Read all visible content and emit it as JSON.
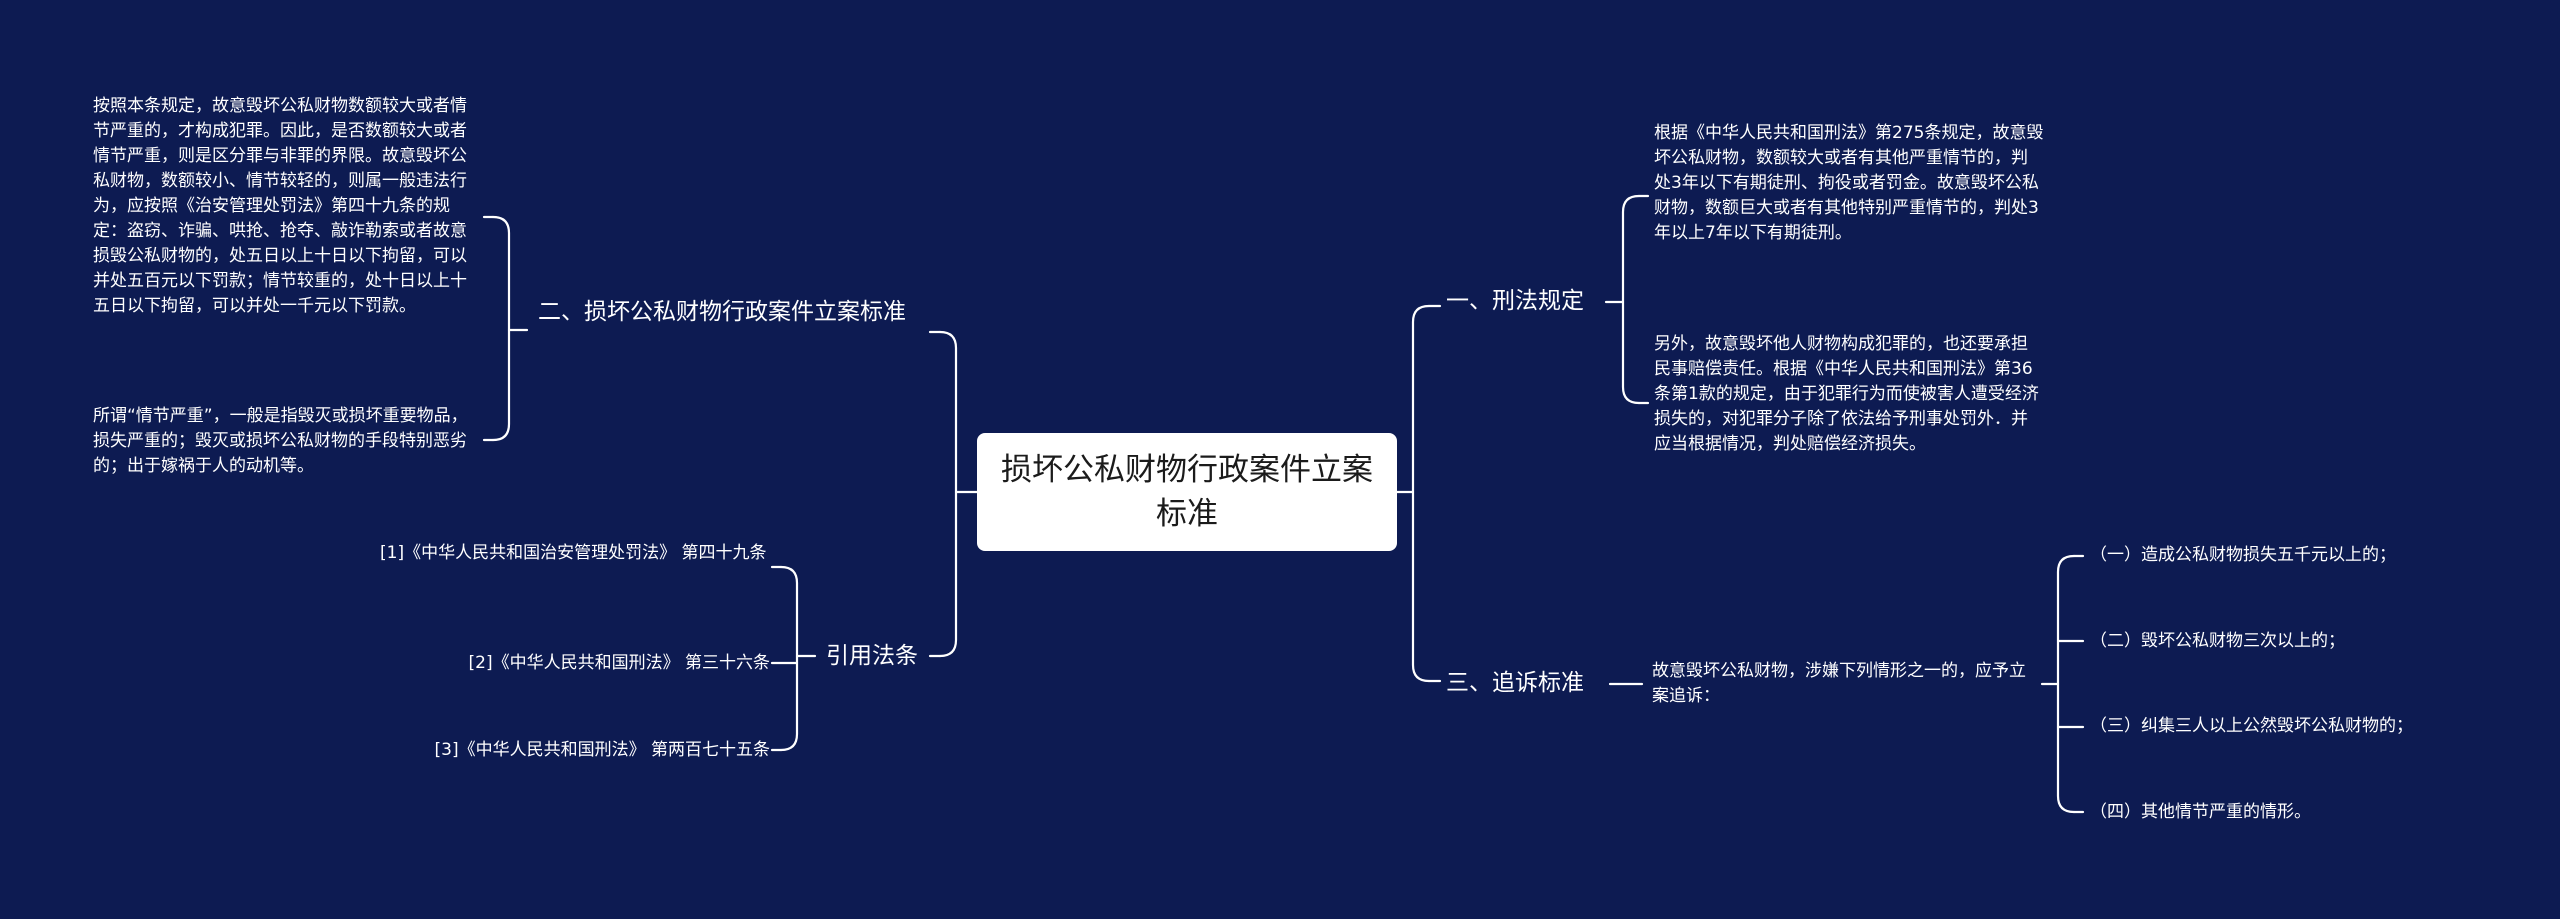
{
  "root": {
    "title": "损坏公私财物行政案件立案标准"
  },
  "right_branches": [
    {
      "label": "一、刑法规定",
      "children": [
        "根据《中华人民共和国刑法》第275条规定，故意毁坏公私财物，数额较大或者有其他严重情节的，判处3年以下有期徒刑、拘役或者罚金。故意毁坏公私财物，数额巨大或者有其他特别严重情节的，判处3年以上7年以下有期徒刑。",
        "另外，故意毁坏他人财物构成犯罪的，也还要承担民事赔偿责任。根据《中华人民共和国刑法》第36条第1款的规定，由于犯罪行为而使被害人遭受经济损失的，对犯罪分子除了依法给予刑事处罚外．并应当根据情况，判处赔偿经济损失。"
      ]
    },
    {
      "label": "三、追诉标准",
      "intro": "故意毁坏公私财物，涉嫌下列情形之一的，应予立案追诉：",
      "children": [
        "（一）造成公私财物损失五千元以上的；",
        "（二）毁坏公私财物三次以上的；",
        "（三）纠集三人以上公然毁坏公私财物的；",
        "（四）其他情节严重的情形。"
      ]
    }
  ],
  "left_branches": [
    {
      "label": "二、损坏公私财物行政案件立案标准",
      "children": [
        "按照本条规定，故意毁坏公私财物数额较大或者情节严重的，才构成犯罪。因此，是否数额较大或者情节严重，则是区分罪与非罪的界限。故意毁坏公私财物，数额较小、情节较轻的，则属一般违法行为，应按照《治安管理处罚法》第四十九条的规定：盗窃、诈骗、哄抢、抢夺、敲诈勒索或者故意损毁公私财物的，处五日以上十日以下拘留，可以并处五百元以下罚款；情节较重的，处十日以上十五日以下拘留，可以并处一千元以下罚款。",
        "所谓“情节严重”，一般是指毁灭或损坏重要物品，损失严重的；毁灭或损坏公私财物的手段特别恶劣的；出于嫁祸于人的动机等。"
      ]
    },
    {
      "label": "引用法条",
      "children": [
        "[1]《中华人民共和国治安管理处罚法》 第四十九条",
        "[2]《中华人民共和国刑法》 第三十六条",
        "[3]《中华人民共和国刑法》 第两百七十五条"
      ]
    }
  ],
  "colors": {
    "background": "#0d1b52",
    "line": "#ffffff",
    "root_fill": "#ffffff",
    "root_text": "#1b1b1b"
  }
}
